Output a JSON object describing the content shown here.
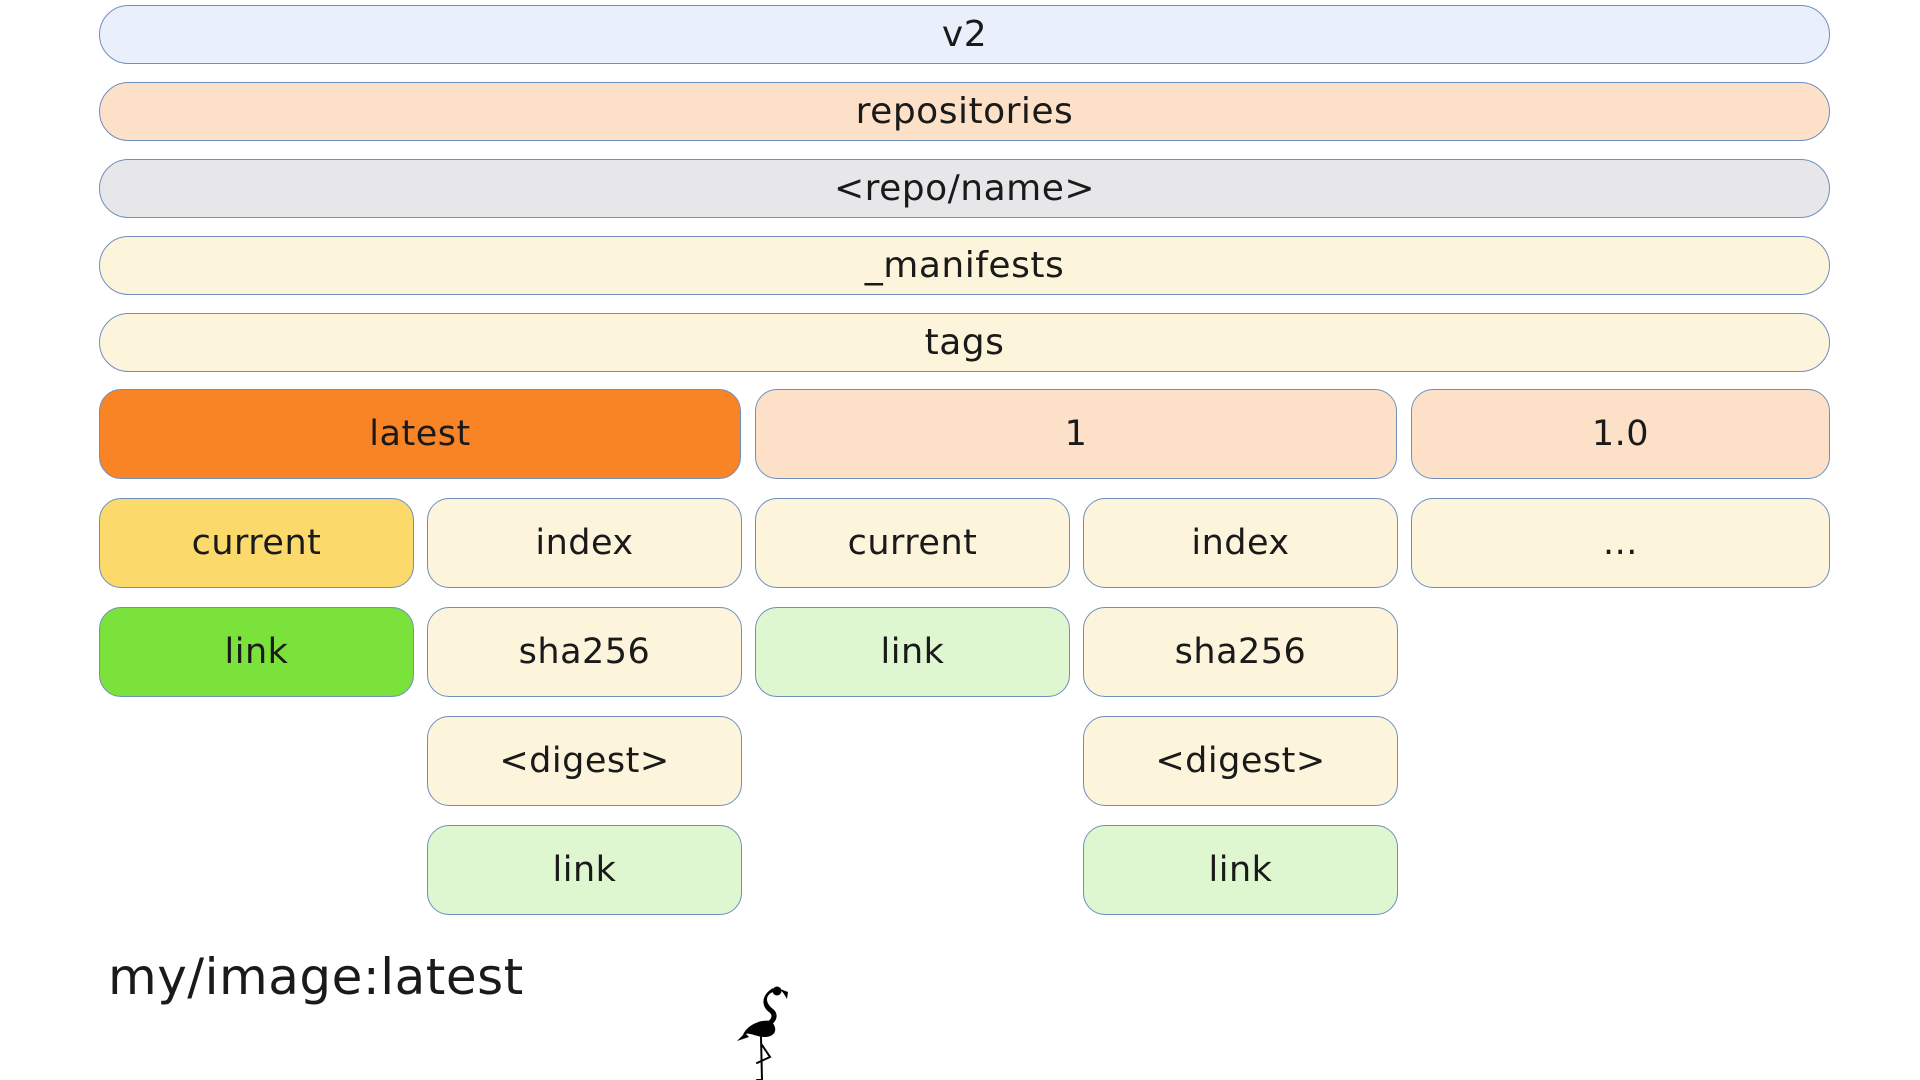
{
  "layers": {
    "root": "v2",
    "repositories": "repositories",
    "repo_name": "<repo/name>",
    "manifests": "_manifests",
    "tags": "tags"
  },
  "tag_entries": {
    "latest": "latest",
    "one": "1",
    "one_zero": "1.0"
  },
  "latest_tag": {
    "current": "current",
    "index": "index",
    "current_link": "link",
    "sha256": "sha256",
    "digest": "<digest>",
    "digest_link": "link"
  },
  "one_tag": {
    "current": "current",
    "index": "index",
    "current_link": "link",
    "sha256": "sha256",
    "digest": "<digest>",
    "digest_link": "link"
  },
  "one_zero_tag": {
    "ellipsis": "..."
  },
  "caption": "my/image:latest",
  "logo_icon": "flamingo-icon",
  "colors": {
    "border": "#6f8fbf",
    "v2": "#eaf0fb",
    "repositories": "#fce1c8",
    "repo_name": "#e7e7e9",
    "manifests_tags": "#fdf4dc",
    "latest_highlight": "#f88426",
    "current_highlight": "#fbd96b",
    "link_highlight": "#7be13b",
    "link_plain": "#def7d0"
  }
}
